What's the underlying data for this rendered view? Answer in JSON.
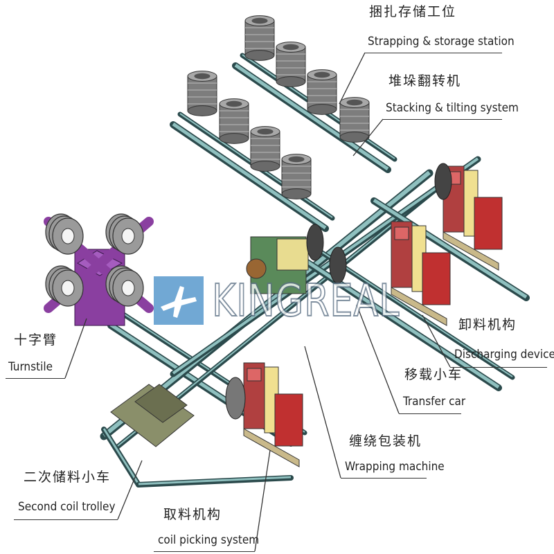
{
  "brand": {
    "logo_text": "KINGREAL",
    "logo_color": "#4a90c8"
  },
  "colors": {
    "frame": "#3e6e70",
    "frame_light": "#8fc0bf",
    "coil": "#9a9a9a",
    "turnstile": "#8a3fa0",
    "panel_red": "#c03030",
    "panel_yellow": "#f0e090"
  },
  "labels": {
    "strapping_zh": "捆扎存储工位",
    "strapping_en": "Strapping & storage station",
    "stacking_zh": "堆垛翻转机",
    "stacking_en": "Stacking & tilting system",
    "turnstile_zh": "十字臂",
    "turnstile_en": "Turnstile",
    "discharging_zh": "卸料机构",
    "discharging_en": "Discharging device",
    "transfer_zh": "移载小车",
    "transfer_en": "Transfer car",
    "wrapping_zh": "缠绕包装机",
    "wrapping_en": "Wrapping machine",
    "trolley_zh": "二次储料小车",
    "trolley_en": "Second coil trolley",
    "picking_zh": "取料机构",
    "picking_en": "coil picking system"
  },
  "icons": {
    "logo": "airplane-logo-icon"
  }
}
